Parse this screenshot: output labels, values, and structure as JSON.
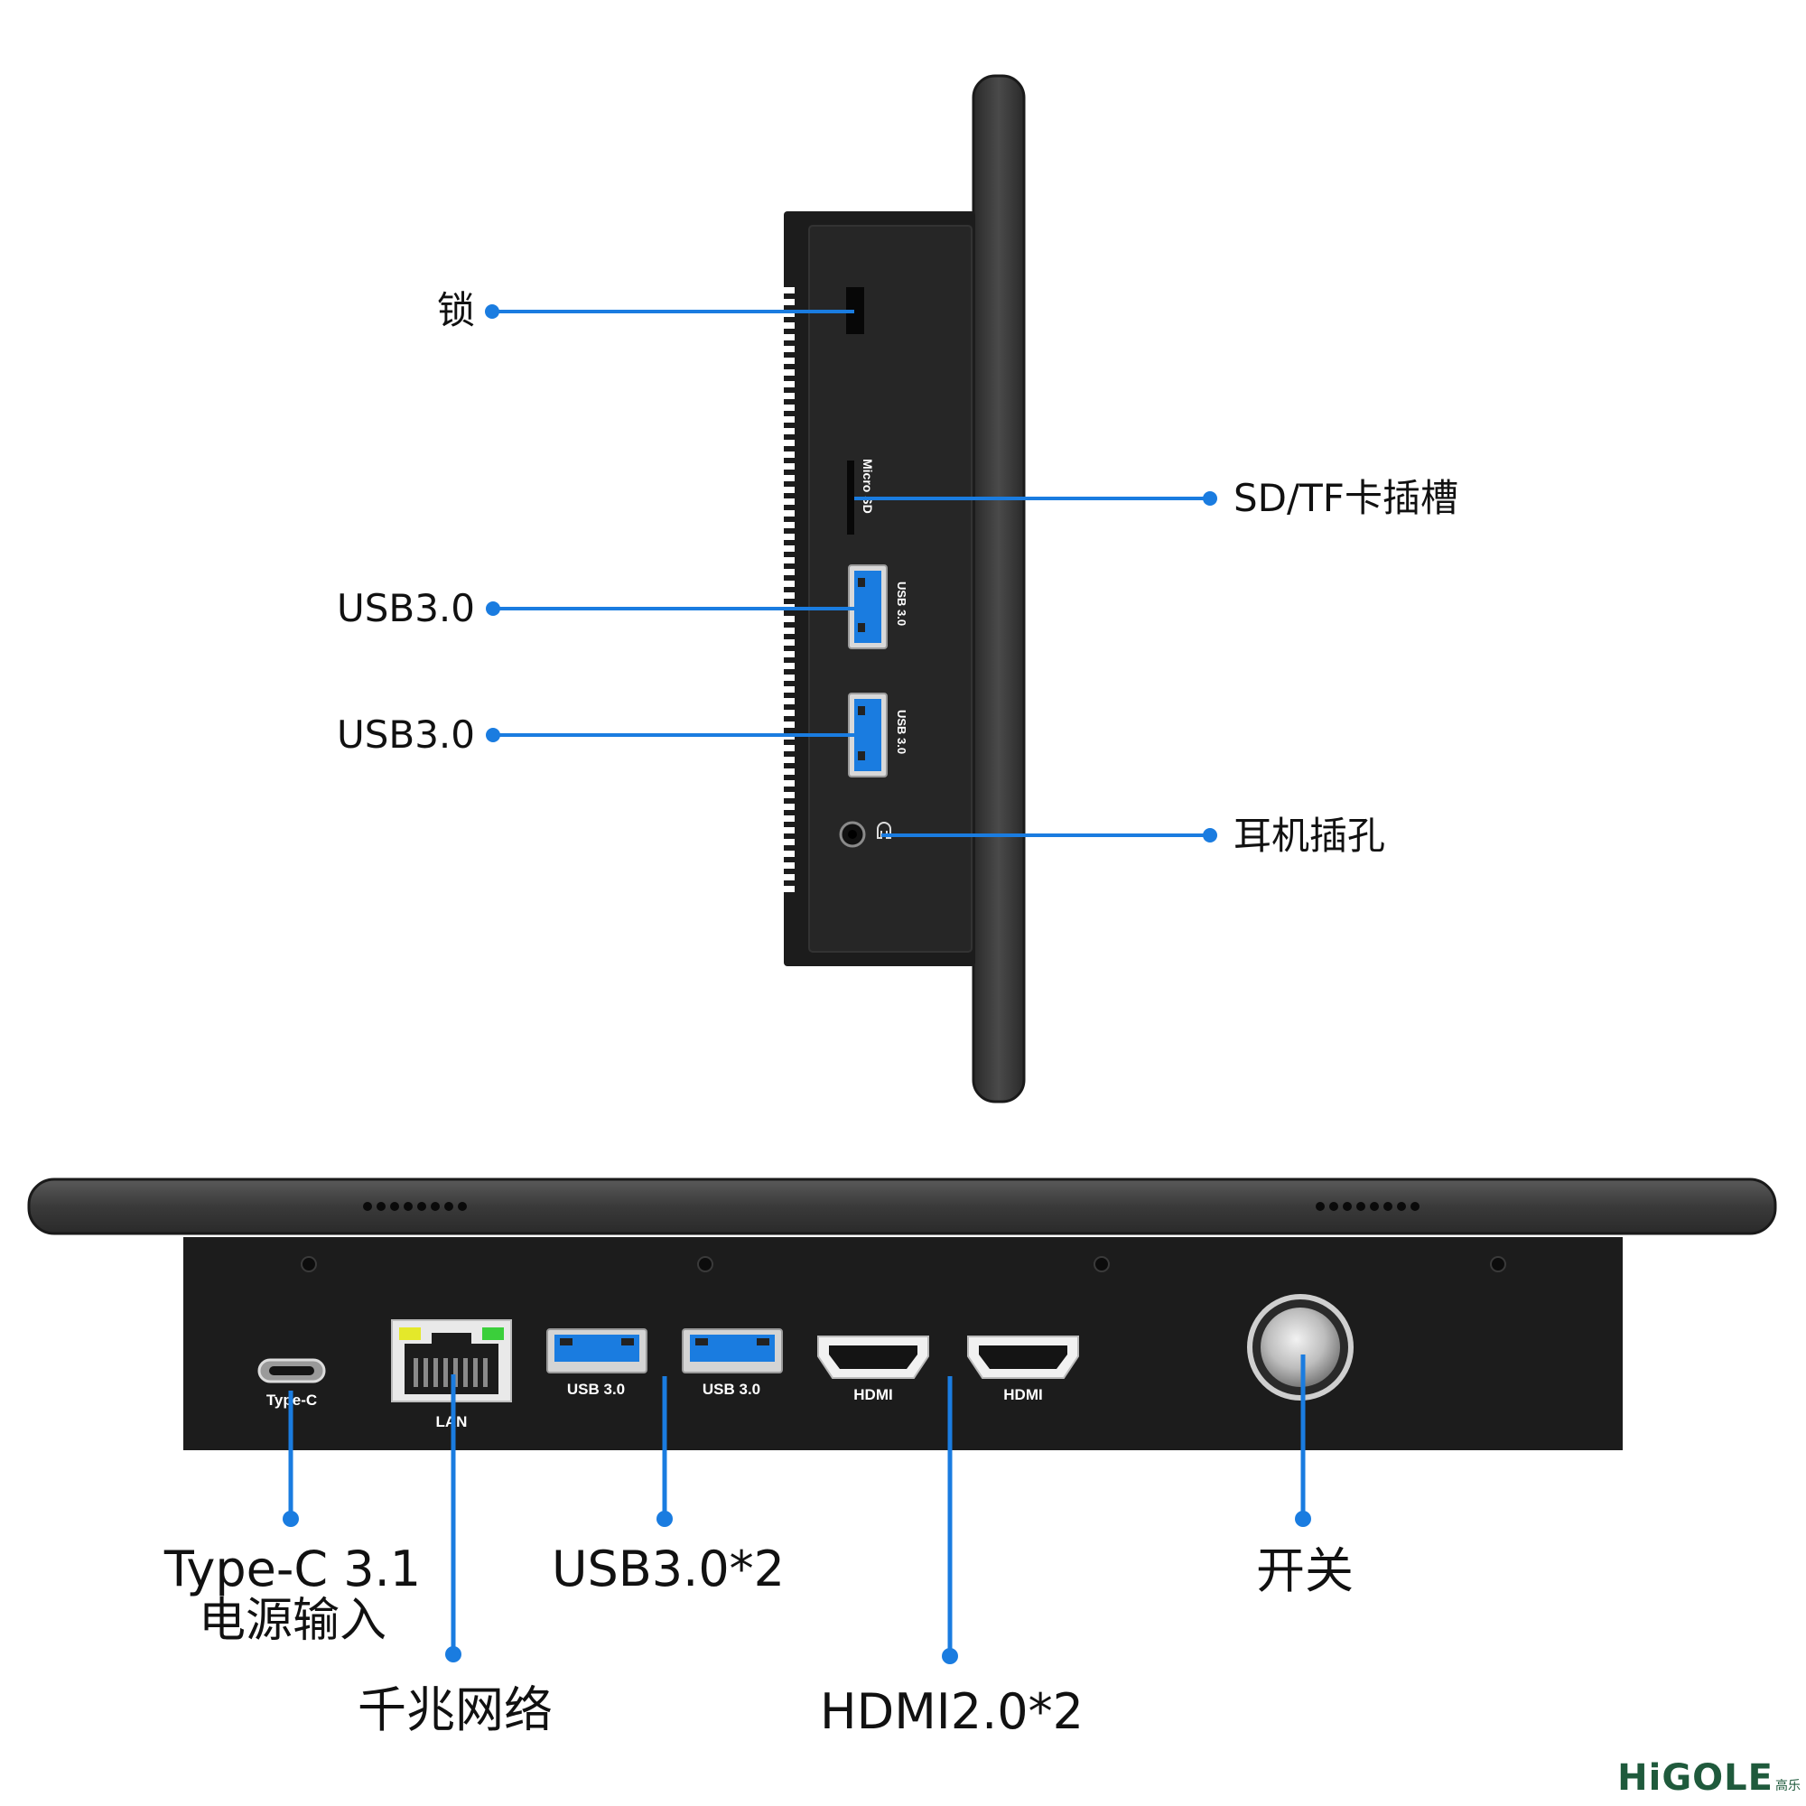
{
  "colors": {
    "leader_line": "#1a7ce0",
    "chassis": "#1e1e1e",
    "bezel": "#3c3c3c",
    "label_text": "#111111",
    "logo": "#1f5a3c"
  },
  "side_view": {
    "callouts": {
      "lock": "锁",
      "sd_slot": "SD/TF卡插槽",
      "usb_1": "USB3.0",
      "usb_2": "USB3.0",
      "audio": "耳机插孔"
    },
    "port_prints": {
      "micro_sd": "Micro SD",
      "usb_1": "USB 3.0",
      "usb_2": "USB 3.0"
    }
  },
  "bottom_view": {
    "callouts": {
      "type_c_line1": "Type-C 3.1",
      "type_c_line2": "电源输入",
      "lan": "千兆网络",
      "usb": "USB3.0*2",
      "hdmi": "HDMI2.0*2",
      "power": "开关"
    },
    "port_prints": {
      "type_c": "Type-C",
      "lan": "LAN",
      "usb_1": "USB 3.0",
      "usb_2": "USB 3.0",
      "hdmi_1": "HDMI",
      "hdmi_2": "HDMI"
    }
  },
  "logo": {
    "brand": "HiGOLE",
    "sub": "高乐"
  }
}
